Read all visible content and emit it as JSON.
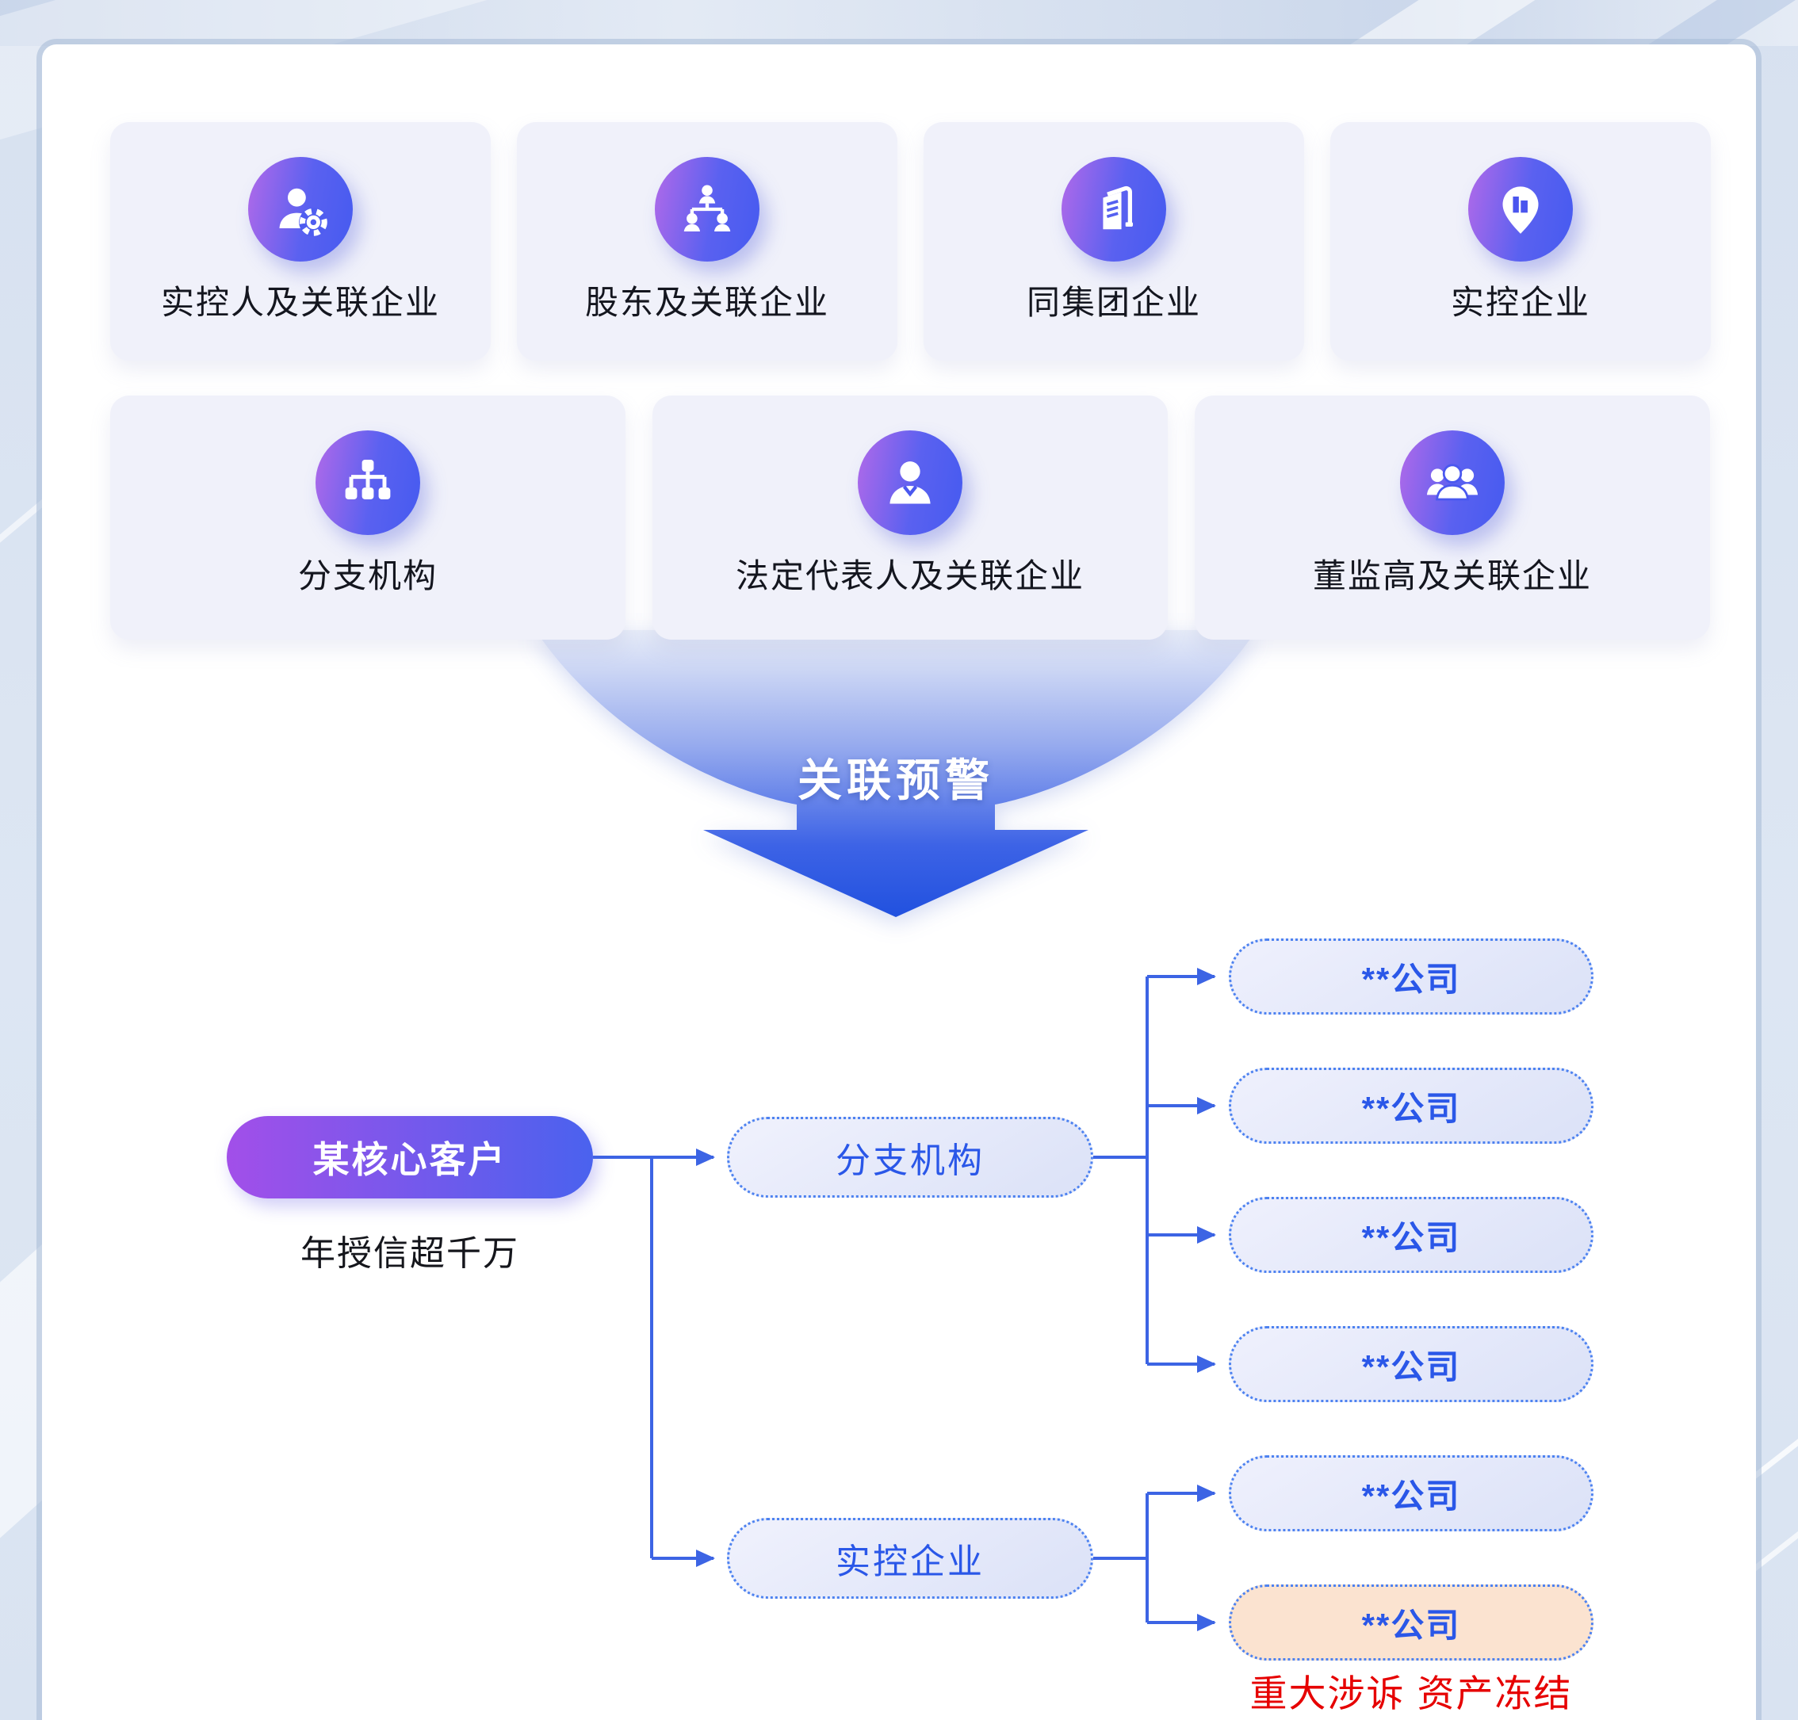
{
  "cards_row1": [
    {
      "label": "实控人及关联企业",
      "icon": "user-gear-icon"
    },
    {
      "label": "股东及关联企业",
      "icon": "org-people-icon"
    },
    {
      "label": "同集团企业",
      "icon": "building-icon"
    },
    {
      "label": "实控企业",
      "icon": "pin-building-icon"
    }
  ],
  "cards_row2": [
    {
      "label": "分支机构",
      "icon": "org-boxes-icon"
    },
    {
      "label": "法定代表人及关联企业",
      "icon": "person-icon"
    },
    {
      "label": "董监高及关联企业",
      "icon": "people-group-icon"
    }
  ],
  "funnel": {
    "label": "关联预警"
  },
  "tree": {
    "root": {
      "label": "某核心客户",
      "subtitle": "年授信超千万"
    },
    "branches": [
      {
        "label": "分支机构"
      },
      {
        "label": "实控企业"
      }
    ],
    "companies": [
      {
        "label": "**公司"
      },
      {
        "label": "**公司"
      },
      {
        "label": "**公司"
      },
      {
        "label": "**公司"
      },
      {
        "label": "**公司"
      },
      {
        "label": "**公司",
        "highlighted": true
      }
    ],
    "warning": "重大涉诉 资产冻结"
  },
  "colors": {
    "page_background": "#d9e3f1",
    "panel": "#ffffff",
    "card_background": "#f0f1fa",
    "icon_gradient_purple": "#a568ea",
    "icon_gradient_blue": "#4a5cf0",
    "funnel_top": "#e7ecf8",
    "funnel_bottom": "#2151df",
    "root_gradient_purple": "#a24fe9",
    "root_gradient_blue": "#4a62ee",
    "node_border_blue": "#4d82f0",
    "node_text_blue": "#2a57e8",
    "connector_blue": "#3c64e4",
    "highlight_fill": "#fbe3d0",
    "warning_red": "#e60000",
    "label_black": "#14161f"
  }
}
